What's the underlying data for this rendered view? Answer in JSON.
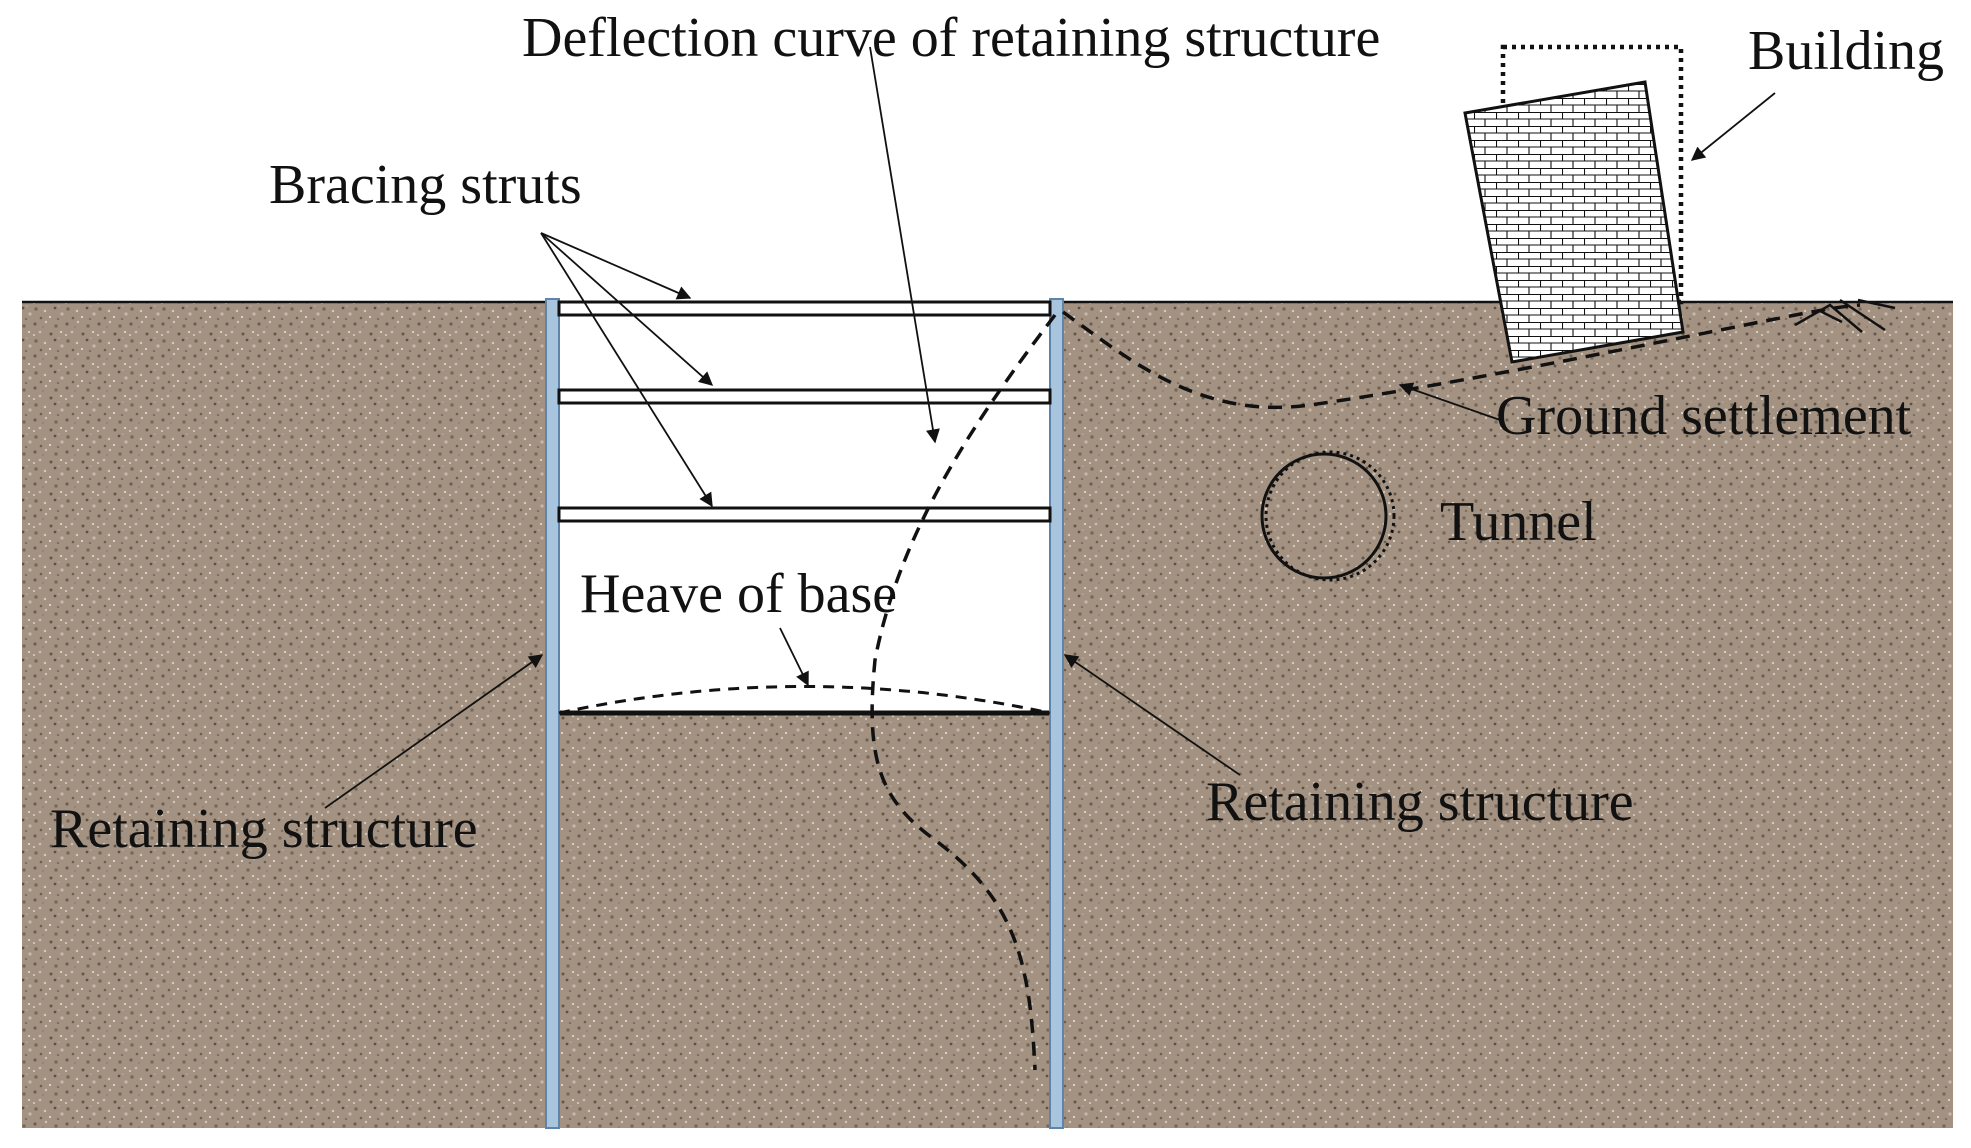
{
  "labels": {
    "deflection_curve": "Deflection curve of retaining structure",
    "building": "Building",
    "bracing_struts": "Bracing struts",
    "ground_settlement": "Ground settlement",
    "tunnel": "Tunnel",
    "heave_of_base": "Heave of base",
    "retaining_structure_left": "Retaining structure",
    "retaining_structure_right": "Retaining structure"
  },
  "colors": {
    "soil": "#a39282",
    "soil_dark": "#6e6052",
    "soil_light": "#cfc3b5",
    "wall_fill": "#a9c4dd",
    "wall_edge": "#5d84ab",
    "line": "#111111",
    "background": "#ffffff"
  },
  "icons": {
    "building": "tilted-brick-building-icon",
    "tunnel": "tunnel-circle-icon"
  }
}
